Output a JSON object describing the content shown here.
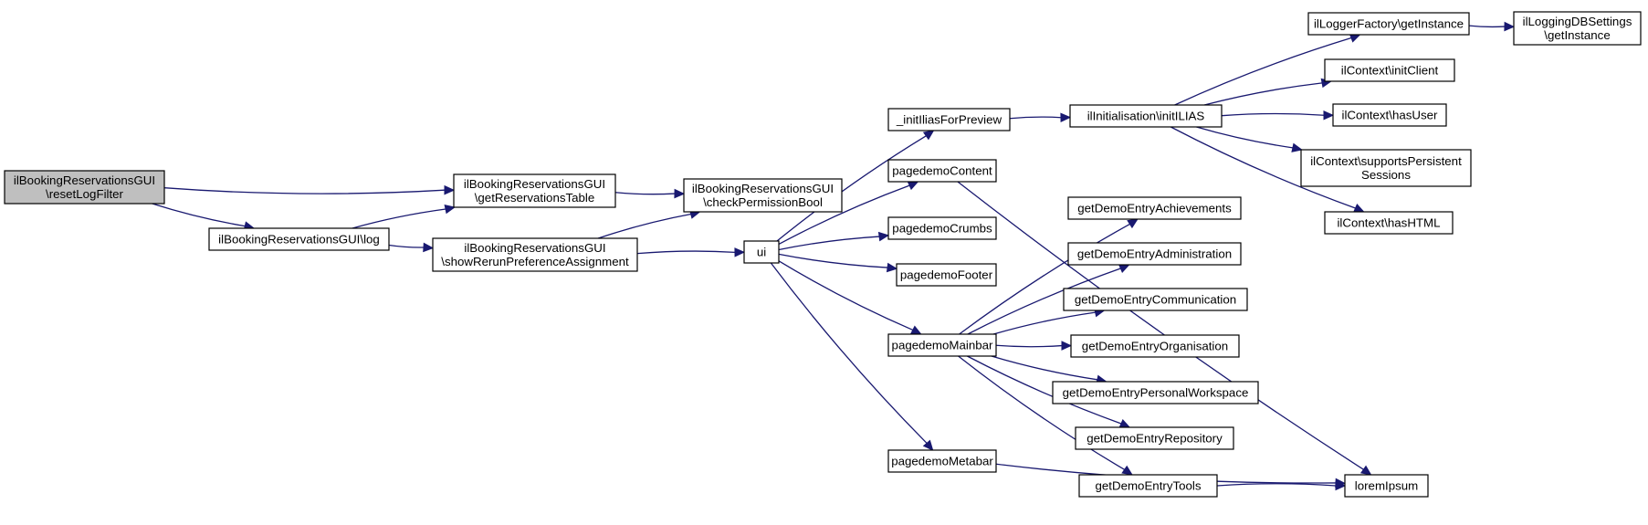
{
  "graph": {
    "nodes": [
      {
        "id": "reset_log_filter",
        "lines": [
          "ilBookingReservationsGUI",
          "\\resetLogFilter"
        ],
        "highlighted": true
      },
      {
        "id": "get_reservations_table",
        "lines": [
          "ilBookingReservationsGUI",
          "\\getReservationsTable"
        ]
      },
      {
        "id": "log",
        "lines": [
          "ilBookingReservationsGUI\\log"
        ]
      },
      {
        "id": "show_rerun",
        "lines": [
          "ilBookingReservationsGUI",
          "\\showRerunPreferenceAssignment"
        ]
      },
      {
        "id": "check_permission_bool",
        "lines": [
          "ilBookingReservationsGUI",
          "\\checkPermissionBool"
        ]
      },
      {
        "id": "ui",
        "lines": [
          "ui"
        ]
      },
      {
        "id": "init_ilias_for_preview",
        "lines": [
          "_initIliasForPreview"
        ]
      },
      {
        "id": "pagedemo_content",
        "lines": [
          "pagedemoContent"
        ]
      },
      {
        "id": "pagedemo_crumbs",
        "lines": [
          "pagedemoCrumbs"
        ]
      },
      {
        "id": "pagedemo_footer",
        "lines": [
          "pagedemoFooter"
        ]
      },
      {
        "id": "pagedemo_mainbar",
        "lines": [
          "pagedemoMainbar"
        ]
      },
      {
        "id": "pagedemo_metabar",
        "lines": [
          "pagedemoMetabar"
        ]
      },
      {
        "id": "init_ilias",
        "lines": [
          "ilInitialisation\\initILIAS"
        ]
      },
      {
        "id": "logger_factory_get_instance",
        "lines": [
          "ilLoggerFactory\\getInstance"
        ]
      },
      {
        "id": "logging_db_settings",
        "lines": [
          "ilLoggingDBSettings",
          "\\getInstance"
        ]
      },
      {
        "id": "context_init_client",
        "lines": [
          "ilContext\\initClient"
        ]
      },
      {
        "id": "context_has_user",
        "lines": [
          "ilContext\\hasUser"
        ]
      },
      {
        "id": "context_supports_persistent",
        "lines": [
          "ilContext\\supportsPersistent",
          "Sessions"
        ]
      },
      {
        "id": "context_has_html",
        "lines": [
          "ilContext\\hasHTML"
        ]
      },
      {
        "id": "entry_achievements",
        "lines": [
          "getDemoEntryAchievements"
        ]
      },
      {
        "id": "entry_administration",
        "lines": [
          "getDemoEntryAdministration"
        ]
      },
      {
        "id": "entry_communication",
        "lines": [
          "getDemoEntryCommunication"
        ]
      },
      {
        "id": "entry_organisation",
        "lines": [
          "getDemoEntryOrganisation"
        ]
      },
      {
        "id": "entry_personal_workspace",
        "lines": [
          "getDemoEntryPersonalWorkspace"
        ]
      },
      {
        "id": "entry_repository",
        "lines": [
          "getDemoEntryRepository"
        ]
      },
      {
        "id": "entry_tools",
        "lines": [
          "getDemoEntryTools"
        ]
      },
      {
        "id": "lorem_ipsum",
        "lines": [
          "loremIpsum"
        ]
      }
    ],
    "edges": [
      {
        "from": "reset_log_filter",
        "to": "get_reservations_table"
      },
      {
        "from": "reset_log_filter",
        "to": "log"
      },
      {
        "from": "log",
        "to": "get_reservations_table"
      },
      {
        "from": "log",
        "to": "show_rerun"
      },
      {
        "from": "get_reservations_table",
        "to": "check_permission_bool"
      },
      {
        "from": "show_rerun",
        "to": "check_permission_bool"
      },
      {
        "from": "show_rerun",
        "to": "ui"
      },
      {
        "from": "ui",
        "to": "init_ilias_for_preview"
      },
      {
        "from": "ui",
        "to": "pagedemo_content"
      },
      {
        "from": "ui",
        "to": "pagedemo_crumbs"
      },
      {
        "from": "ui",
        "to": "pagedemo_footer"
      },
      {
        "from": "ui",
        "to": "pagedemo_mainbar"
      },
      {
        "from": "ui",
        "to": "pagedemo_metabar"
      },
      {
        "from": "init_ilias_for_preview",
        "to": "init_ilias"
      },
      {
        "from": "init_ilias",
        "to": "logger_factory_get_instance"
      },
      {
        "from": "logger_factory_get_instance",
        "to": "logging_db_settings"
      },
      {
        "from": "init_ilias",
        "to": "context_init_client"
      },
      {
        "from": "init_ilias",
        "to": "context_has_user"
      },
      {
        "from": "init_ilias",
        "to": "context_supports_persistent"
      },
      {
        "from": "init_ilias",
        "to": "context_has_html"
      },
      {
        "from": "pagedemo_content",
        "to": "lorem_ipsum"
      },
      {
        "from": "pagedemo_mainbar",
        "to": "entry_achievements"
      },
      {
        "from": "pagedemo_mainbar",
        "to": "entry_administration"
      },
      {
        "from": "pagedemo_mainbar",
        "to": "entry_communication"
      },
      {
        "from": "pagedemo_mainbar",
        "to": "entry_organisation"
      },
      {
        "from": "pagedemo_mainbar",
        "to": "entry_personal_workspace"
      },
      {
        "from": "pagedemo_mainbar",
        "to": "entry_repository"
      },
      {
        "from": "pagedemo_mainbar",
        "to": "entry_tools"
      },
      {
        "from": "entry_tools",
        "to": "lorem_ipsum"
      },
      {
        "from": "pagedemo_metabar",
        "to": "lorem_ipsum"
      }
    ],
    "colors": {
      "edge": "#191970",
      "node_border": "#000000",
      "node_fill": "#ffffff",
      "highlight_fill": "#bfbfbf"
    }
  }
}
